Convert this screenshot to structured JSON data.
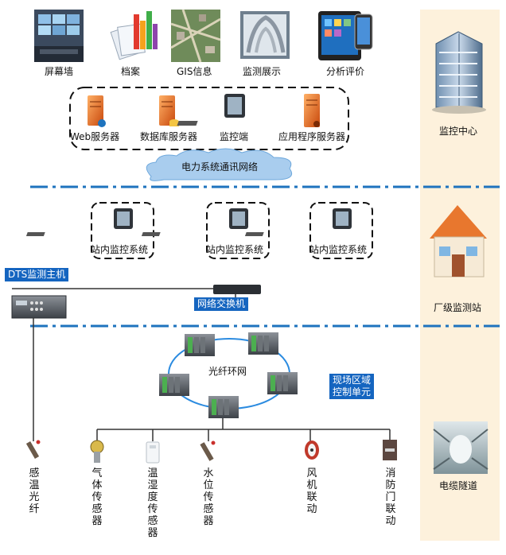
{
  "top_row": [
    "屏幕墙",
    "档案",
    "GIS信息",
    "监测展示",
    "分析评价"
  ],
  "servers": [
    "Web服务器",
    "数据库服务器",
    "监控端",
    "应用程序服务器"
  ],
  "network_cloud": "电力系统通讯网络",
  "station_systems": [
    "站内监控系统",
    "站内监控系统",
    "站内监控系统"
  ],
  "dts_host": "DTS监测主机",
  "switch": "网络交换机",
  "fiber_ring": "光纤环网",
  "field_unit": [
    "现场区域",
    "控制单元"
  ],
  "sensors": [
    "感温光纤",
    "气体传感器",
    "温湿度传感器",
    "水位传感器",
    "风机联动",
    "消防门联动"
  ],
  "sidebar": [
    "监控中心",
    "厂级监测站",
    "电缆隧道"
  ],
  "colors": {
    "sidebar_bg": "#fdf1dc",
    "accent_blue": "#1565c0",
    "dash_line": "#1e73be",
    "cloud": "#a9cdee"
  }
}
